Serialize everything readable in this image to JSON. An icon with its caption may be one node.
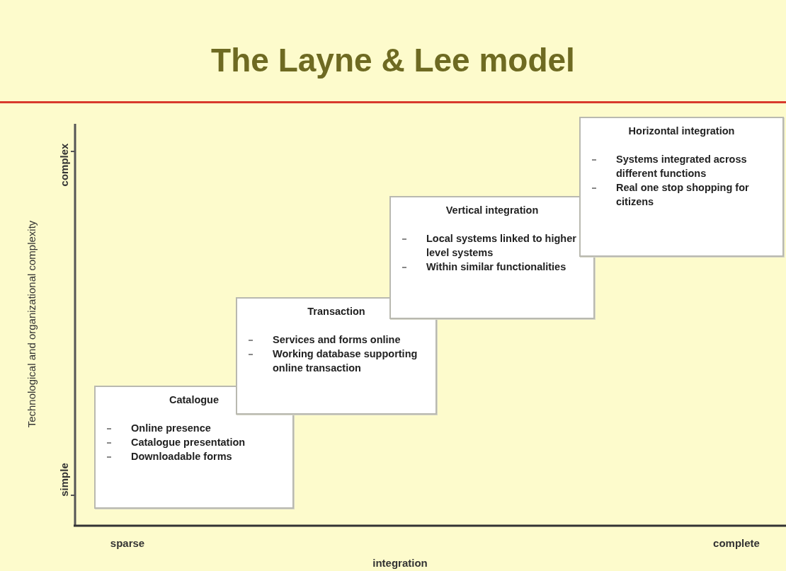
{
  "diagram": {
    "title": "The Layne & Lee model",
    "nodes": [
      {
        "text": [
          "Catalogue",
          "Online presence",
          "Catalogue presentation",
          "Downloadable forms"
        ]
      },
      {
        "text": [
          "Transaction",
          "Services and forms online",
          "Working database supporting online transaction"
        ]
      },
      {
        "text": [
          "Vertical integration",
          "Local systems linked to higher level systems",
          "Within similar functionalities"
        ]
      },
      {
        "text": [
          "Horizontal integration",
          "Systems integrated across different functions",
          "Real one stop shopping for citizens"
        ]
      }
    ],
    "labels": [
      "complex",
      "Technological and organizational complexity",
      "simple",
      "sparse",
      "complete",
      "integration"
    ]
  }
}
